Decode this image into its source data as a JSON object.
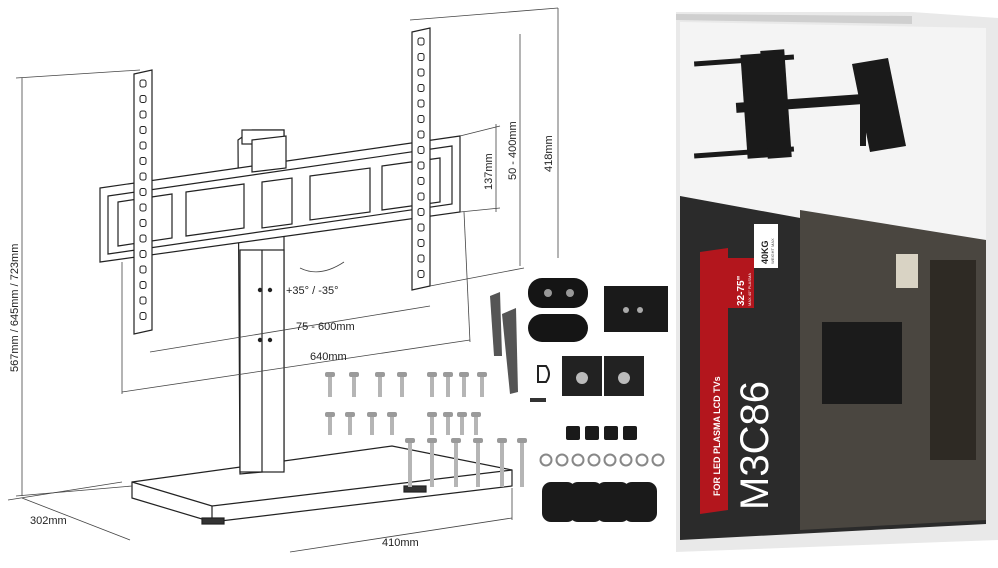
{
  "dimensions": {
    "height_options": "567mm / 645mm / 723mm",
    "depth": "302mm",
    "width": "410mm",
    "vesa_width": "75 - 600mm",
    "bracket_width": "640mm",
    "vesa_height": "50 - 400mm",
    "bracket_height": "418mm",
    "crossbar_height": "137mm",
    "swivel": "+35° / -35°"
  },
  "box": {
    "model": "M3C86",
    "subtitle": "FOR LED PLASMA LCD TVs",
    "size_range": "32-75\"",
    "size_caption": "MAX 40\" PLASMA",
    "weight": "40KG",
    "weight_caption": "WEIGHT MAX"
  },
  "colors": {
    "box_accent": "#b3161d",
    "box_dark": "#1c1c1c",
    "line": "#222222"
  }
}
